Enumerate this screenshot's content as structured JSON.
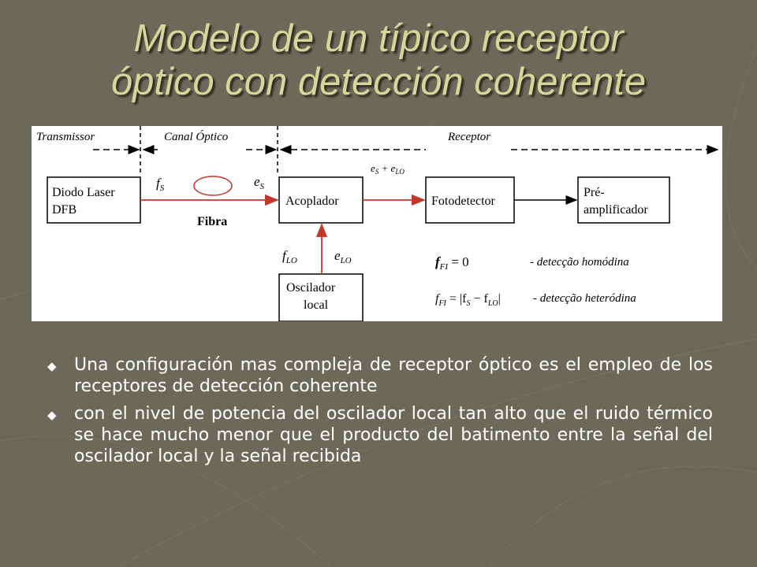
{
  "slide": {
    "title_lines": [
      "Modelo  de un típico receptor",
      "óptico con detección coherente"
    ]
  },
  "diagram": {
    "sections": {
      "transmitter": "Transmissor",
      "channel": "Canal Óptico",
      "receiver": "Receptor"
    },
    "blocks": {
      "laser": [
        "Diodo Laser",
        "DFB"
      ],
      "coupler": "Acoplador",
      "photodetector": "Fotodetector",
      "preamp": [
        "Pré-",
        "amplificador"
      ],
      "oscillator": [
        "Oscilador",
        "local"
      ]
    },
    "labels": {
      "fiber": "Fibra",
      "fs": "f",
      "fs_sub": "S",
      "es": "e",
      "es_sub": "S",
      "sum_e": "e",
      "sum_sub1": "S",
      "sum_plus": " + e",
      "sum_sub2": "LO",
      "flo": "f",
      "flo_sub": "LO",
      "elo": "e",
      "elo_sub": "LO"
    },
    "equations": {
      "fi_1": "f",
      "fi_1_sub": "FI",
      "fi_1_rhs": " = 0",
      "fi_1_note": "- detecção homódina",
      "fi_2": "f",
      "fi_2_sub": "FI",
      "fi_2_rhs": " = |f",
      "fi_2_rhs_sub1": "S",
      "fi_2_minus": " − f",
      "fi_2_rhs_sub2": "LO",
      "fi_2_close": "|",
      "fi_2_note": "- detecção heteródina"
    },
    "colors": {
      "signal_arrow": "#c0392b",
      "box_stroke": "#000000"
    }
  },
  "bullets": [
    {
      "text": "Una configuración mas compleja de receptor óptico es el empleo de los receptores de detección coherente"
    },
    {
      "text": "con el nivel de potencia del oscilador local tan alto que el ruido térmico se hace mucho menor que el producto del batimento entre la señal del oscilador local y la señal recibida"
    }
  ],
  "icons": {
    "bullet": "diamond-bullet-icon"
  }
}
